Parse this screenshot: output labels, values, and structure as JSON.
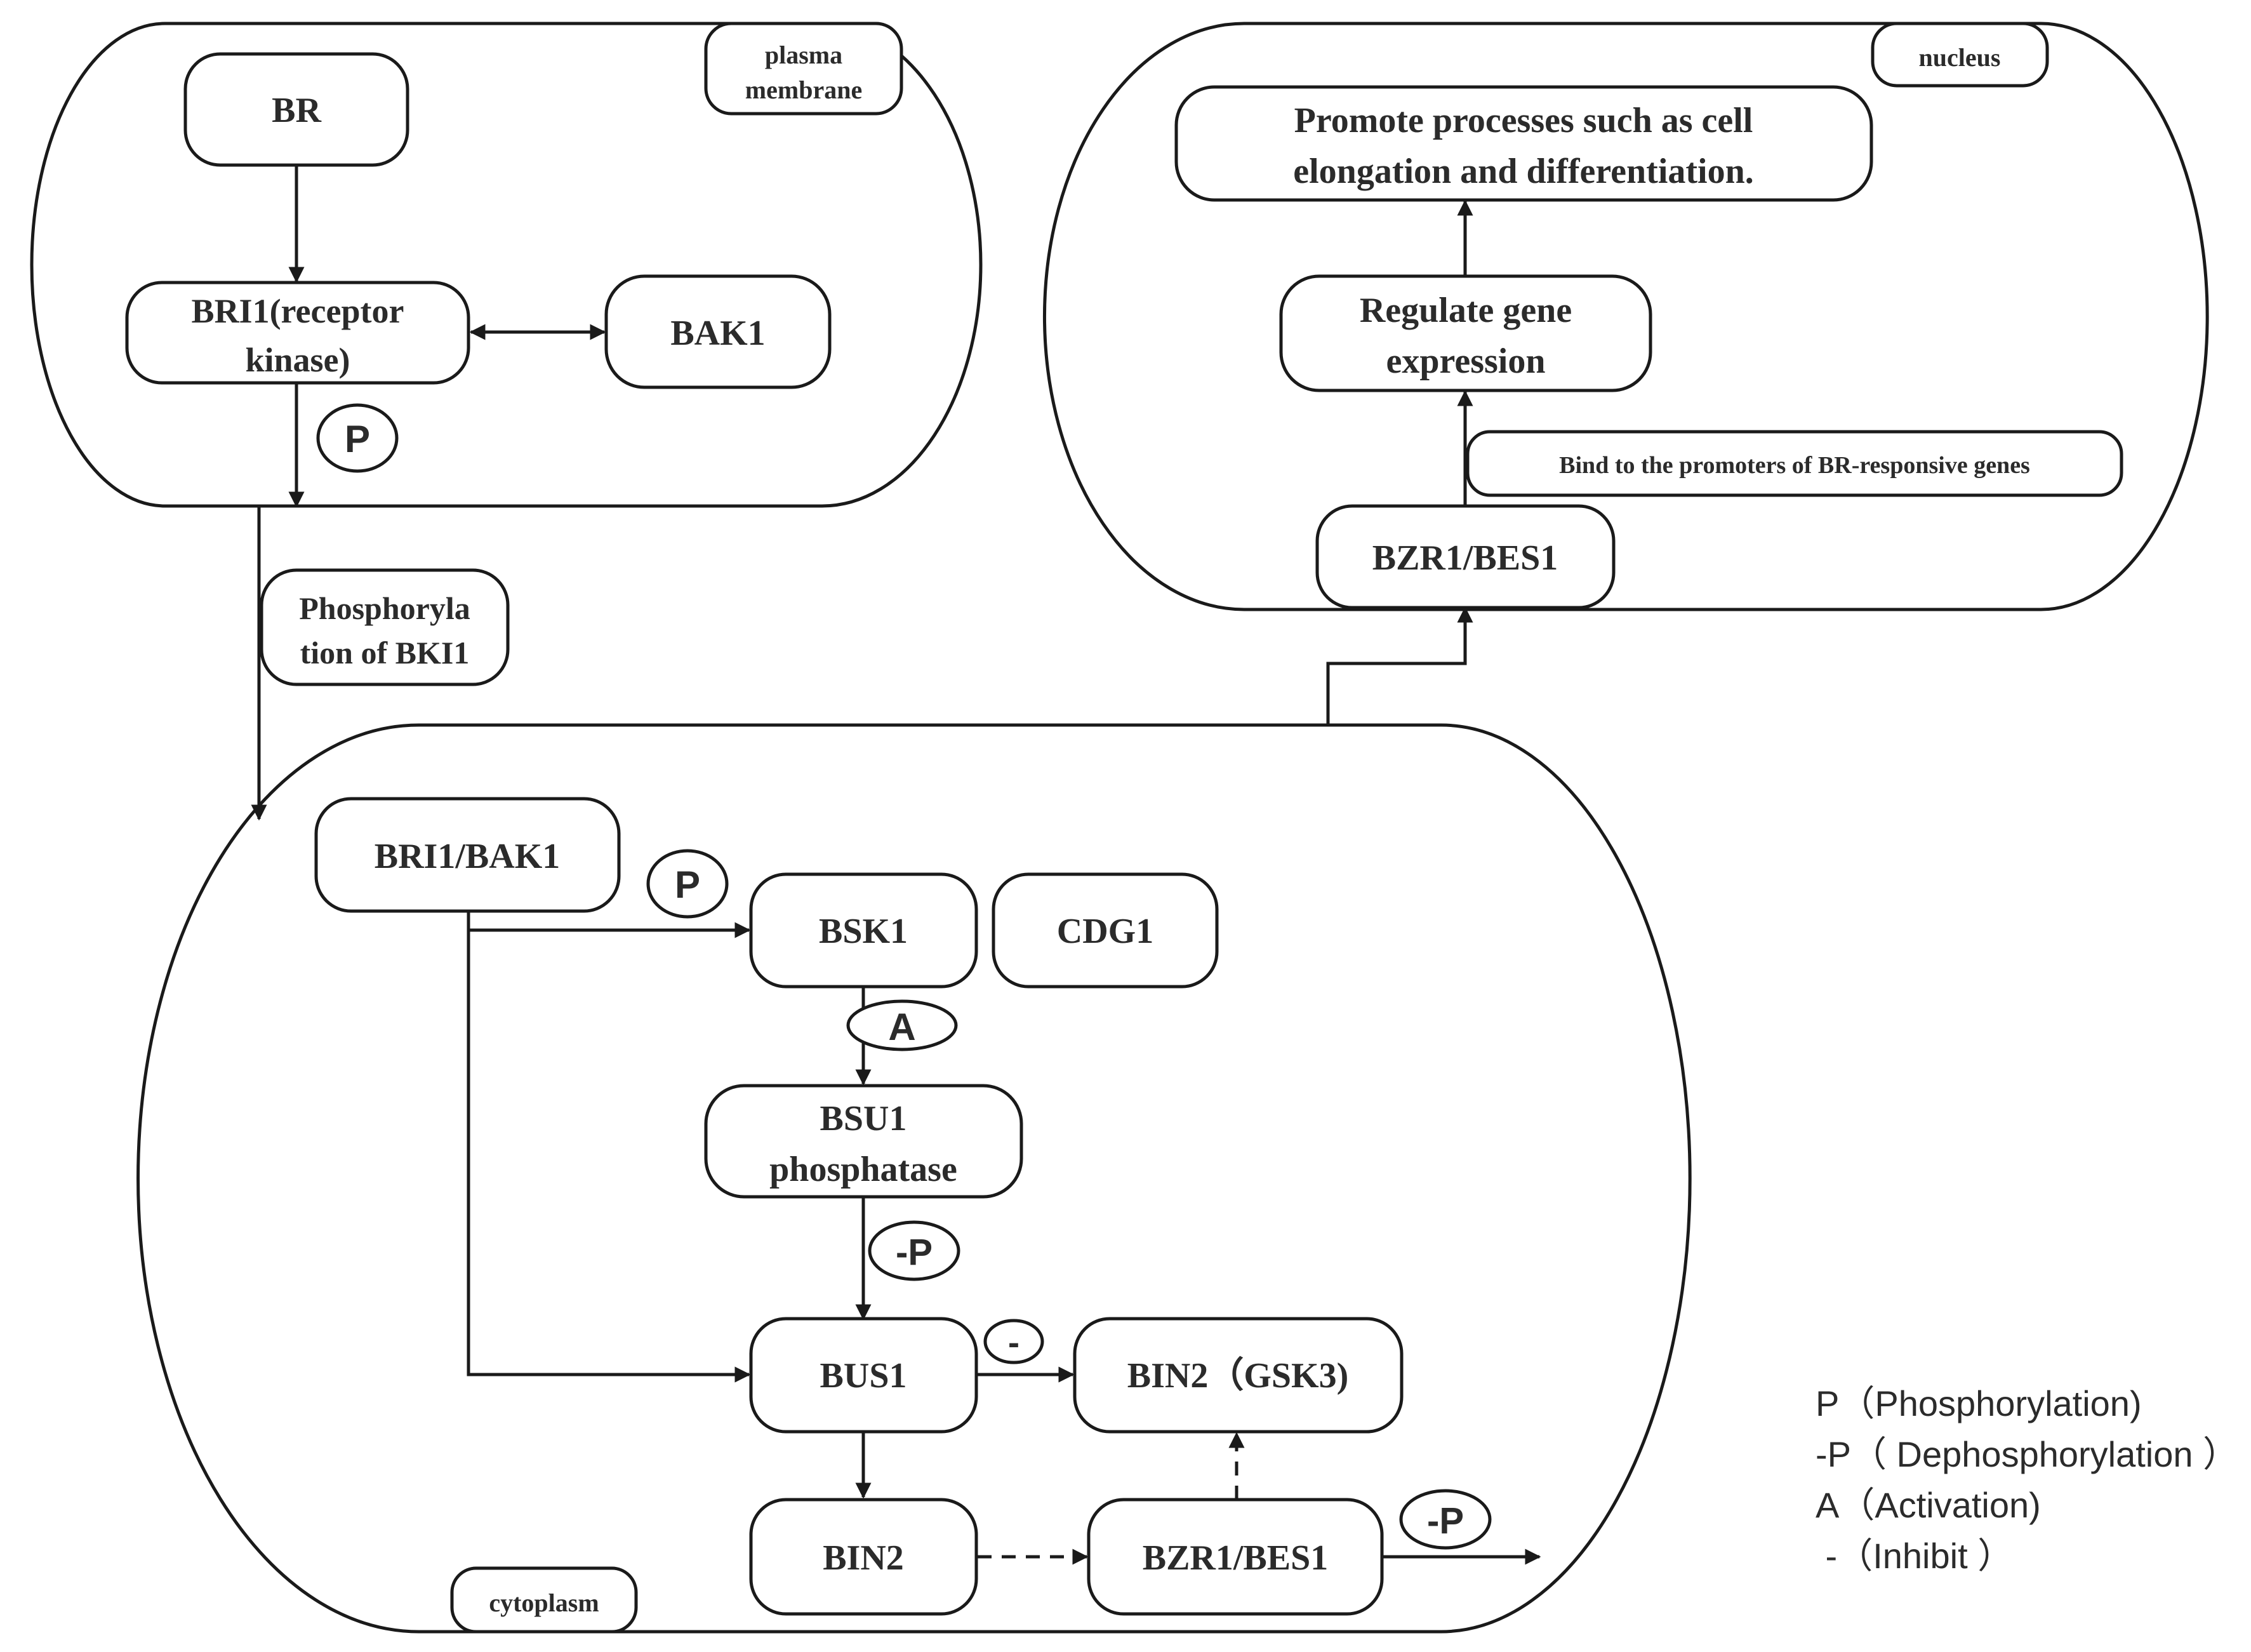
{
  "compartments": {
    "plasma_membrane": "plasma membrane",
    "nucleus": "nucleus",
    "cytoplasm": "cytoplasm"
  },
  "nodes": {
    "br": "BR",
    "bri1_line1": "BRI1(receptor",
    "bri1_line2": "kinase)",
    "bak1": "BAK1",
    "bki1_line1": "Phosphoryla",
    "bki1_line2": "tion of BKI1",
    "bri1_bak1": "BRI1/BAK1",
    "bsk1": "BSK1",
    "cdg1": "CDG1",
    "bsu1_line1": "BSU1",
    "bsu1_line2": "phosphatase",
    "bus1": "BUS1",
    "bin2_gsk3": "BIN2（GSK3)",
    "bin2": "BIN2",
    "bzr1_bes1_cyto": "BZR1/BES1",
    "bzr1_bes1_nuc": "BZR1/BES1",
    "bind_promoters": "Bind to the promoters of BR-responsive genes",
    "regulate_line1": "Regulate gene",
    "regulate_line2": "expression",
    "promote_line1": "Promote processes such as cell",
    "promote_line2": "elongation and differentiation."
  },
  "badges": {
    "p_membrane": "P",
    "p_cyto": "P",
    "a_bsk1": "A",
    "dp_bsu1": "-P",
    "inhibit_bus1": "-",
    "dp_bzr1": "-P"
  },
  "legend": [
    "P（Phosphorylation)",
    "-P（ Dephosphorylation ）",
    "A（Activation)",
    " -（Inhibit ）"
  ]
}
